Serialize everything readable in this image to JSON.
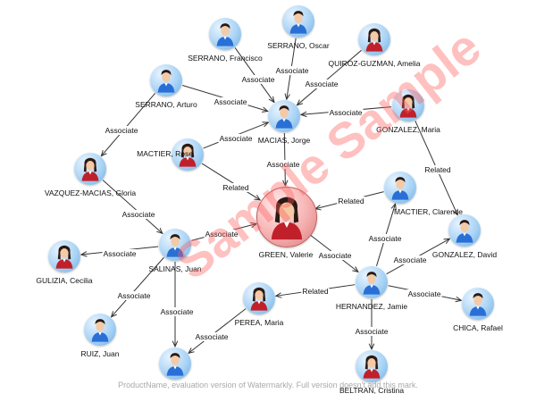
{
  "nodes": [
    {
      "id": "serrano-oscar",
      "label": "SERRANO, Oscar",
      "gender": "male"
    },
    {
      "id": "serrano-francisco",
      "label": "SERRANO, Francisco",
      "gender": "male"
    },
    {
      "id": "quiroz-guzman-amelia",
      "label": "QUIROZ-GUZMAN, Amelia",
      "gender": "female"
    },
    {
      "id": "serrano-arturo",
      "label": "SERRANO, Arturo",
      "gender": "male"
    },
    {
      "id": "macias-jorge",
      "label": "MACIAS, Jorge",
      "gender": "male"
    },
    {
      "id": "gonzalez-maria",
      "label": "GONZALEZ, Maria",
      "gender": "female"
    },
    {
      "id": "mactier-rose",
      "label": "MACTIER, Rose",
      "gender": "female"
    },
    {
      "id": "vazquez-macias-gloria",
      "label": "VAZQUEZ-MACIAS, Gloria",
      "gender": "female"
    },
    {
      "id": "green-valerie",
      "label": "GREEN, Valerie",
      "gender": "female"
    },
    {
      "id": "mactier-clarence",
      "label": "MACTIER, Clarence",
      "gender": "male"
    },
    {
      "id": "gonzalez-david",
      "label": "GONZALEZ, David",
      "gender": "male"
    },
    {
      "id": "gulizia-cecilia",
      "label": "GULIZIA, Cecilia",
      "gender": "female"
    },
    {
      "id": "salinas-juan",
      "label": "SALINAS, Juan",
      "gender": "male"
    },
    {
      "id": "perea-maria",
      "label": "PEREA, Maria",
      "gender": "female"
    },
    {
      "id": "hernandez-jamie",
      "label": "HERNANDEZ, Jamie",
      "gender": "male"
    },
    {
      "id": "chica-rafael",
      "label": "CHICA, Rafael",
      "gender": "male"
    },
    {
      "id": "ruiz-juan",
      "label": "RUIZ, Juan",
      "gender": "male"
    },
    {
      "id": "bottom-person",
      "label": "",
      "gender": "male"
    },
    {
      "id": "beltran-cristina",
      "label": "BELTRAN, Cristina",
      "gender": "female"
    }
  ],
  "edges": [
    {
      "from": "serrano-francisco",
      "to": "macias-jorge",
      "label": "Associate"
    },
    {
      "from": "serrano-oscar",
      "to": "macias-jorge",
      "label": "Associate"
    },
    {
      "from": "quiroz-guzman-amelia",
      "to": "macias-jorge",
      "label": "Associate"
    },
    {
      "from": "serrano-arturo",
      "to": "macias-jorge",
      "label": "Associate"
    },
    {
      "from": "gonzalez-maria",
      "to": "macias-jorge",
      "label": "Associate"
    },
    {
      "from": "mactier-rose",
      "to": "macias-jorge",
      "label": "Associate"
    },
    {
      "from": "serrano-arturo",
      "to": "vazquez-macias-gloria",
      "label": "Associate"
    },
    {
      "from": "macias-jorge",
      "to": "green-valerie",
      "label": "Associate"
    },
    {
      "from": "mactier-rose",
      "to": "green-valerie",
      "label": "Related"
    },
    {
      "from": "mactier-clarence",
      "to": "green-valerie",
      "label": "Related"
    },
    {
      "from": "gonzalez-maria",
      "to": "gonzalez-david",
      "label": "Related"
    },
    {
      "from": "vazquez-macias-gloria",
      "to": "salinas-juan",
      "label": "Associate"
    },
    {
      "from": "salinas-juan",
      "to": "green-valerie",
      "label": "Associate"
    },
    {
      "from": "salinas-juan",
      "to": "gulizia-cecilia",
      "label": "Associate"
    },
    {
      "from": "salinas-juan",
      "to": "ruiz-juan",
      "label": "Associate"
    },
    {
      "from": "salinas-juan",
      "to": "bottom-person",
      "label": "Associate"
    },
    {
      "from": "green-valerie",
      "to": "hernandez-jamie",
      "label": "Associate"
    },
    {
      "from": "hernandez-jamie",
      "to": "mactier-clarence",
      "label": "Associate"
    },
    {
      "from": "hernandez-jamie",
      "to": "gonzalez-david",
      "label": "Associate"
    },
    {
      "from": "hernandez-jamie",
      "to": "perea-maria",
      "label": "Related"
    },
    {
      "from": "hernandez-jamie",
      "to": "chica-rafael",
      "label": "Associate"
    },
    {
      "from": "hernandez-jamie",
      "to": "beltran-cristina",
      "label": "Associate"
    },
    {
      "from": "perea-maria",
      "to": "bottom-person",
      "label": "Associate"
    }
  ],
  "watermark": "Sample Sample",
  "trial_notice": "ProductName, evaluation version of Watermarkly. Full version doesn't add this mark.",
  "colors": {
    "edge": "#333333",
    "node_male": "#2a6fd6",
    "node_female": "#c0202a",
    "center_halo": "#f6b0b0"
  }
}
